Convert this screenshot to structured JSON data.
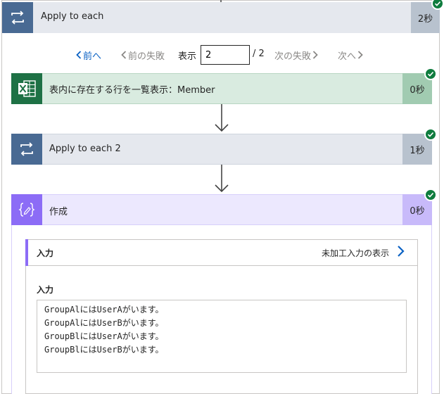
{
  "outer": {
    "title": "Apply to each",
    "duration": "2秒"
  },
  "pager": {
    "prev": "前へ",
    "prev_failed": "前の失敗",
    "show_label": "表示",
    "current_value": "2",
    "total": "/ 2",
    "next_failed": "次の失敗",
    "next": "次へ"
  },
  "actions": {
    "excel": {
      "title": "表内に存在する行を一覧表示：Member",
      "duration": "0秒"
    },
    "each2": {
      "title": "Apply to each 2",
      "duration": "1秒"
    },
    "compose": {
      "title": "作成",
      "duration": "0秒"
    }
  },
  "inputs": {
    "section_title": "入力",
    "raw_link": "未加工入力の表示",
    "field_label": "入力",
    "lines": [
      "GroupAlにはUserAがいます。",
      "GroupAlにはUserBがいます。",
      "GroupBlにはUserAがいます。",
      "GroupBlにはUserBがいます。"
    ]
  },
  "colors": {
    "loop": "#496a93",
    "excel": "#1e7145",
    "compose": "#8c6cf6",
    "success": "#0f7c3e",
    "link": "#0b62c4"
  },
  "icons": [
    "loop-icon",
    "excel-icon",
    "compose-icon",
    "checkmark-icon",
    "chevron-left-icon",
    "chevron-right-icon",
    "arrow-down-icon"
  ]
}
